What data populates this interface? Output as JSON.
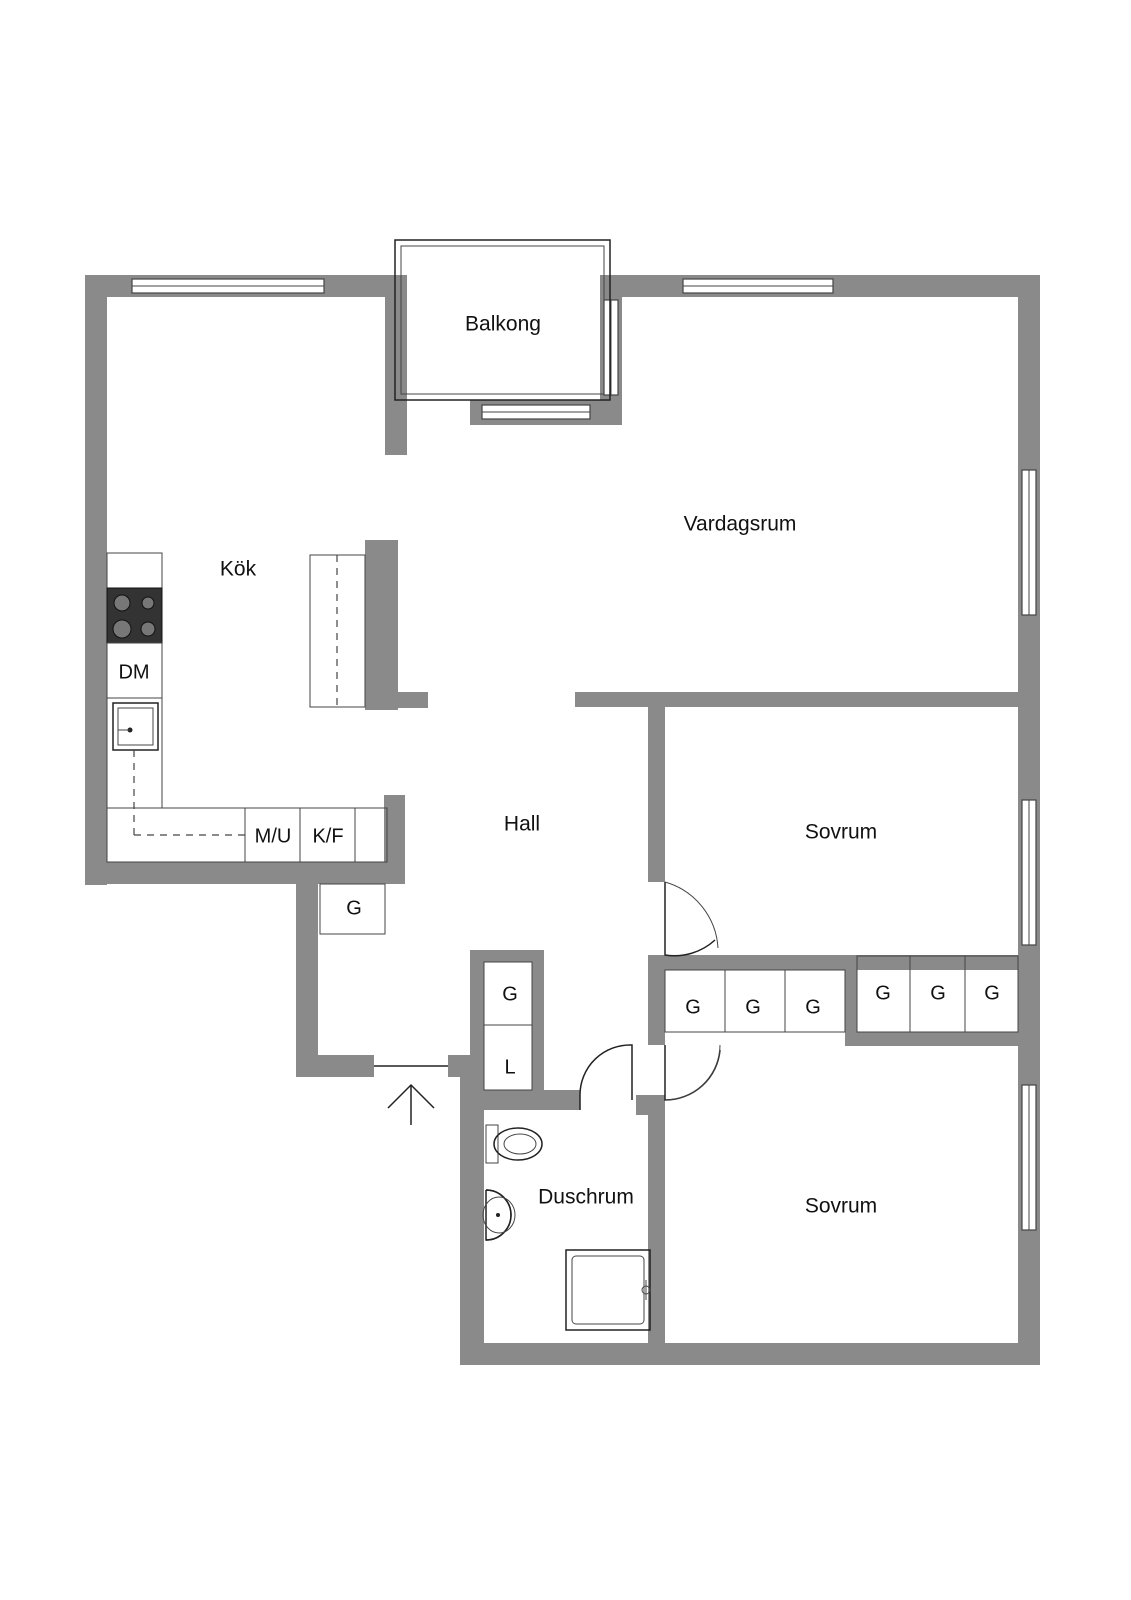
{
  "rooms": {
    "balcony": "Balkong",
    "living": "Vardagsrum",
    "kitchen": "Kök",
    "hall": "Hall",
    "bedroom1": "Sovrum",
    "bedroom2": "Sovrum",
    "shower": "Duschrum"
  },
  "fixtures": {
    "dishwasher": "DM",
    "microwave_oven": "M/U",
    "fridge_freezer": "K/F",
    "wardrobe": "G",
    "linen": "L"
  },
  "colors": {
    "wall": "#8a8a8a",
    "line": "#222222",
    "background": "#ffffff"
  }
}
